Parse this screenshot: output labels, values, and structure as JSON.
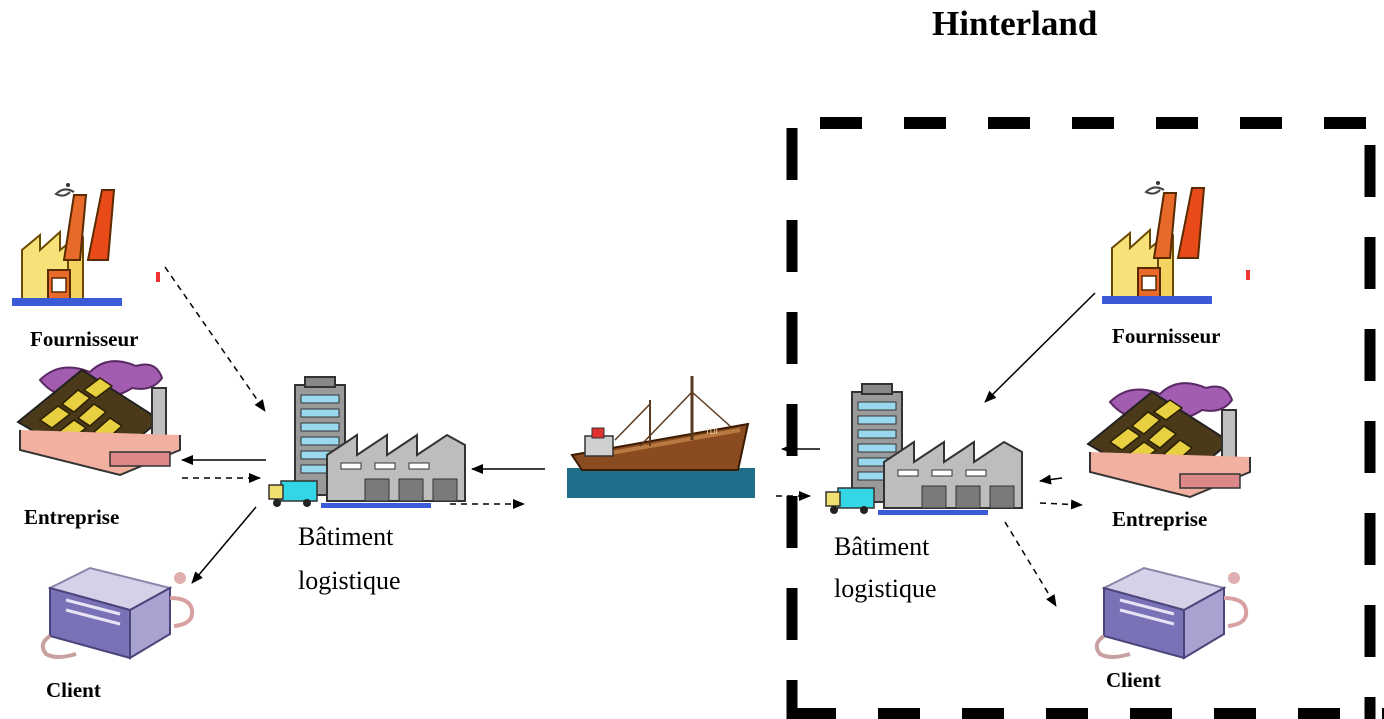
{
  "title": "Hinterland",
  "left": {
    "supplier_label": "Fournisseur",
    "company_label": "Entreprise",
    "client_label": "Client",
    "building_label_line1": "Bâtiment",
    "building_label_line2": "logistique"
  },
  "right": {
    "supplier_label": "Fournisseur",
    "company_label": "Entreprise",
    "client_label": "Client",
    "building_label_line1": "Bâtiment",
    "building_label_line2": "logistique"
  },
  "ship_marking": "TDI",
  "colors": {
    "arrow": "#000000",
    "hinterland_border": "#000000",
    "sea": "#1f6f8b",
    "ship_hull": "#8a4b20"
  },
  "icons": [
    "factory-icon",
    "industrial-plant-icon",
    "client-machine-icon",
    "logistics-building-icon",
    "cargo-ship-icon"
  ]
}
